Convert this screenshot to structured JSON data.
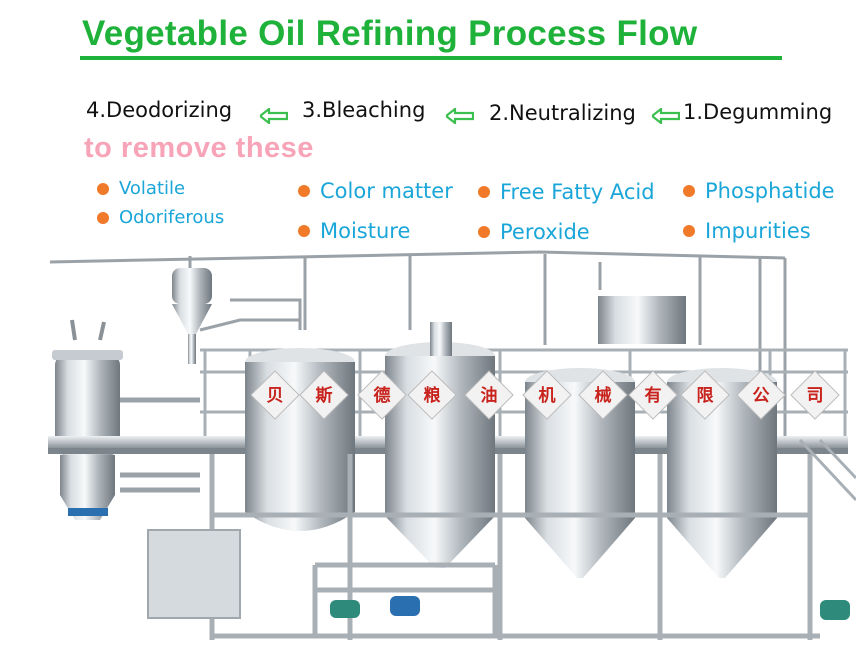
{
  "title": "Vegetable Oil Refining Process Flow",
  "steps": [
    {
      "label": "4.Deodorizing"
    },
    {
      "label": "3.Bleaching"
    },
    {
      "label": "2.Neutralizing"
    },
    {
      "label": "1.Degumming"
    }
  ],
  "subtitle": "to remove these",
  "removals": {
    "col1": [
      "Volatile",
      "Odoriferous"
    ],
    "col2": [
      "Color matter",
      "Moisture"
    ],
    "col3": [
      "Free Fatty Acid",
      "Peroxide"
    ],
    "col4": [
      "Phosphatide",
      "Impurities"
    ]
  },
  "railing_chars": [
    "贝",
    "斯",
    "德",
    "粮",
    "油",
    "机",
    "械",
    "有",
    "限",
    "公",
    "司"
  ],
  "colors": {
    "title": "#1fb23a",
    "arrow": "#3bbf4e",
    "subtitle": "#f7a4b8",
    "bullet_dot": "#f07a2a",
    "bullet_text": "#1aa6d8",
    "railing_char": "#c8231d"
  }
}
